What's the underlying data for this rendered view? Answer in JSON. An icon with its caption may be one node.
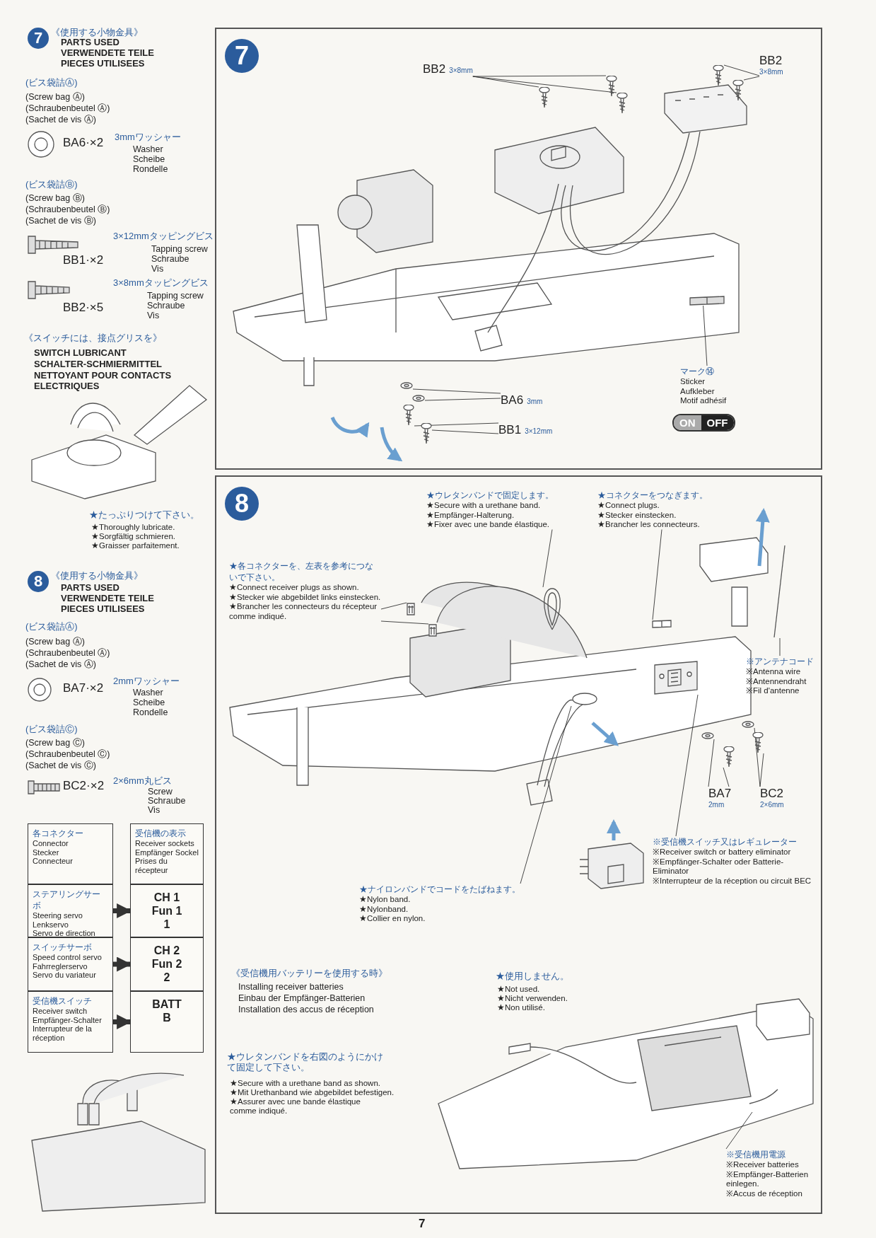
{
  "diagram": {
    "nodes": [
      {
        "text": [
          "7"
        ]
      },
      {
        "text": [
          "BB2",
          "3×8mm"
        ],
        "in": 0
      },
      {
        "text": [
          "BB2",
          "3×8mm"
        ],
        "in": 0
      },
      {
        "text": [
          "BA6",
          "3mm"
        ],
        "in": 0
      },
      {
        "text": [
          "BB1",
          "3×12mm"
        ],
        "in": 0
      },
      {
        "text": [
          "マーク⑭",
          "Sticker",
          "Aufkleber",
          "Motif adhésif"
        ],
        "in": 0
      },
      {
        "text": [
          "ON",
          "OFF"
        ],
        "in": 0
      },
      {
        "text": [
          "8"
        ]
      },
      {
        "text": [
          "★ウレタンバンドで固定します。",
          "★Secure with a urethane band.",
          "★Empfänger-Halterung.",
          "★Fixer avec une bande élastique."
        ],
        "in": 7
      },
      {
        "text": [
          "★コネクターをつなぎます。",
          "★Connect plugs.",
          "★Stecker einstecken.",
          "★Brancher les connecteurs."
        ],
        "in": 7
      },
      {
        "text": [
          "★各コネクターを、左表を参考につないで下さい。",
          "★Connect receiver plugs as shown.",
          "★Stecker wie abgebildet links einstecken.",
          "★Brancher les connecteurs du récepteur comme indiqué."
        ],
        "in": 7
      },
      {
        "text": [
          "※アンテナコード",
          "※Antenna wire",
          "※Antennendraht",
          "※Fil d'antenne"
        ],
        "in": 7
      },
      {
        "text": [
          "BA7",
          "2mm"
        ],
        "in": 7
      },
      {
        "text": [
          "BC2",
          "2×6mm"
        ],
        "in": 7
      },
      {
        "text": [
          "※受信機スイッチ又はレギュレーター",
          "※Receiver switch or battery eliminator",
          "※Empfänger-Schalter oder Batterie-Eliminator",
          "※Interrupteur de la réception ou circuit BEC"
        ],
        "in": 7
      },
      {
        "text": [
          "★ナイロンバンドでコードをたばねます。",
          "★Nylon band.",
          "★Nylonband.",
          "★Collier en nylon."
        ],
        "in": 7
      },
      {
        "text": [
          "※受信機用電源",
          "※Receiver batteries",
          "※Empfänger-Batterien einlegen.",
          "※Accus de réception"
        ],
        "in": 7
      },
      {
        "text": [
          "各コネクター",
          "Connector",
          "Stecker",
          "Connecteur"
        ]
      },
      {
        "text": [
          "受信機の表示",
          "Receiver sockets",
          "Empfänger Sockel",
          "Prises du récepteur"
        ]
      },
      {
        "text": [
          "ステアリングサーボ",
          "Steering servo",
          "Lenkservo",
          "Servo de direction"
        ]
      },
      {
        "text": [
          "CH 1",
          "Fun 1",
          "1"
        ]
      },
      {
        "text": [
          "スイッチサーボ",
          "Speed control servo",
          "Fahrreglerservo",
          "Servo du variateur"
        ]
      },
      {
        "text": [
          "CH 2",
          "Fun 2",
          "2"
        ]
      },
      {
        "text": [
          "受信機スイッチ",
          "Receiver switch",
          "Empfänger-Schalter",
          "Interrupteur de la réception"
        ]
      },
      {
        "text": [
          "BATT",
          "B"
        ]
      },
      {
        "text": [],
        "shape": "picture",
        "in": 0
      },
      {
        "text": [],
        "shape": "picture",
        "in": 0
      },
      {
        "text": [],
        "shape": "picture",
        "in": 0
      },
      {
        "text": [],
        "shape": "picture",
        "in": 0
      },
      {
        "text": [],
        "shape": "picture",
        "in": 0
      },
      {
        "text": [],
        "shape": "picture",
        "in": 0
      },
      {
        "text": [],
        "shape": "picture",
        "in": 0
      },
      {
        "text": [],
        "shape": "picture",
        "in": 0
      },
      {
        "text": [],
        "shape": "picture",
        "in": 0
      },
      {
        "text": [],
        "shape": "picture",
        "in": 0
      },
      {
        "text": [],
        "shape": "picture",
        "in": 7
      },
      {
        "text": [],
        "shape": "picture",
        "in": 7
      },
      {
        "text": [],
        "shape": "picture",
        "in": 7
      },
      {
        "text": [],
        "shape": "picture",
        "in": 7
      },
      {
        "text": [],
        "shape": "picture",
        "in": 7
      },
      {
        "text": [],
        "shape": "picture",
        "in": 7
      },
      {
        "text": [],
        "shape": "picture",
        "in": 7
      },
      {
        "text": [],
        "shape": "picture",
        "in": 7
      },
      {
        "text": [],
        "shape": "picture",
        "in": 7
      },
      {
        "text": [],
        "shape": "picture",
        "in": 7
      },
      {
        "text": [],
        "shape": "picture",
        "in": 7
      },
      {
        "text": [],
        "shape": "picture",
        "in": 7
      }
    ],
    "edges": [
      {
        "from": 1,
        "to": 25,
        "arrow": "none"
      },
      {
        "from": 1,
        "to": 26,
        "arrow": "none"
      },
      {
        "from": 1,
        "to": 27,
        "arrow": "none"
      },
      {
        "from": 2,
        "to": 28,
        "arrow": "none"
      },
      {
        "from": 2,
        "to": 29,
        "arrow": "none"
      },
      {
        "from": 3,
        "to": 30,
        "arrow": "none"
      },
      {
        "from": 3,
        "to": 31,
        "arrow": "none"
      },
      {
        "from": 4,
        "to": 32,
        "arrow": "none"
      },
      {
        "from": 4,
        "to": 33,
        "arrow": "none"
      },
      {
        "from": 5,
        "to": 34,
        "arrow": "none"
      },
      {
        "from": 8,
        "to": 35,
        "arrow": "none"
      },
      {
        "from": 9,
        "to": 46,
        "arrow": "none"
      },
      {
        "from": 10,
        "to": 36,
        "arrow": "none"
      },
      {
        "from": 10,
        "to": 37,
        "arrow": "none"
      },
      {
        "from": 11,
        "to": 38,
        "arrow": "none"
      },
      {
        "from": 12,
        "to": 39,
        "arrow": "none"
      },
      {
        "from": 12,
        "to": 40,
        "arrow": "none"
      },
      {
        "from": 13,
        "to": 41,
        "arrow": "none"
      },
      {
        "from": 13,
        "to": 42,
        "arrow": "none"
      },
      {
        "from": 14,
        "to": 43,
        "arrow": "none"
      },
      {
        "from": 15,
        "to": 44,
        "arrow": "none"
      },
      {
        "from": 16,
        "to": 45,
        "arrow": "none"
      },
      {
        "from": 19,
        "to": 20,
        "arrow": "to",
        "style": "thick"
      },
      {
        "from": 21,
        "to": 22,
        "arrow": "to",
        "style": "thick"
      },
      {
        "from": 23,
        "to": 24,
        "arrow": "to",
        "style": "thick"
      }
    ],
    "labels": [
      "7",
      "《使用する小物金具》",
      "PARTS USED",
      "VERWENDETE TEILE",
      "PIECES UTILISEES",
      "(ビス袋詰Ⓐ)",
      "(Screw bag Ⓐ)",
      "(Schraubenbeutel Ⓐ)",
      "(Sachet de vis Ⓐ)",
      "BA6·×2",
      "3mmワッシャー",
      "Washer",
      "Scheibe",
      "Rondelle",
      "(ビス袋詰Ⓑ)",
      "(Screw bag Ⓑ)",
      "(Schraubenbeutel Ⓑ)",
      "(Sachet de vis Ⓑ)",
      "3×12mmタッピングビス",
      "Tapping screw",
      "Schraube",
      "Vis",
      "BB1·×2",
      "3×8mmタッピングビス",
      "Tapping screw",
      "Schraube",
      "Vis",
      "BB2·×5",
      "《スイッチには、接点グリスを》",
      "SWITCH LUBRICANT",
      "SCHALTER-SCHMIERMITTEL",
      "NETTOYANT POUR CONTACTS ELECTRIQUES",
      "★たっぷりつけて下さい。",
      "★Thoroughly lubricate.",
      "★Sorgfältig schmieren.",
      "★Graisser parfaitement.",
      "8",
      "《使用する小物金具》",
      "PARTS USED",
      "VERWENDETE TEILE",
      "PIECES UTILISEES",
      "(ビス袋詰Ⓐ)",
      "(Screw bag Ⓐ)",
      "(Schraubenbeutel Ⓐ)",
      "(Sachet de vis Ⓐ)",
      "BA7·×2",
      "2mmワッシャー",
      "Washer",
      "Scheibe",
      "Rondelle",
      "(ビス袋詰Ⓒ)",
      "(Screw bag Ⓒ)",
      "(Schraubenbeutel Ⓒ)",
      "(Sachet de vis Ⓒ)",
      "BC2·×2",
      "2×6mm丸ビス",
      "Screw",
      "Schraube",
      "Vis",
      "《受信機用バッテリーを使用する時》",
      "Installing receiver batteries",
      "Einbau der Empfänger-Batterien",
      "Installation des accus de réception",
      "★ウレタンバンドを右図のようにかけて固定して下さい。",
      "★Secure with a urethane band as shown.",
      "★Mit Urethanband wie abgebildet befestigen.",
      "★Assurer avec une bande élastique comme indiqué.",
      "★使用しません。",
      "★Not used.",
      "★Nicht verwenden.",
      "★Non utilisé.",
      "7"
    ]
  }
}
